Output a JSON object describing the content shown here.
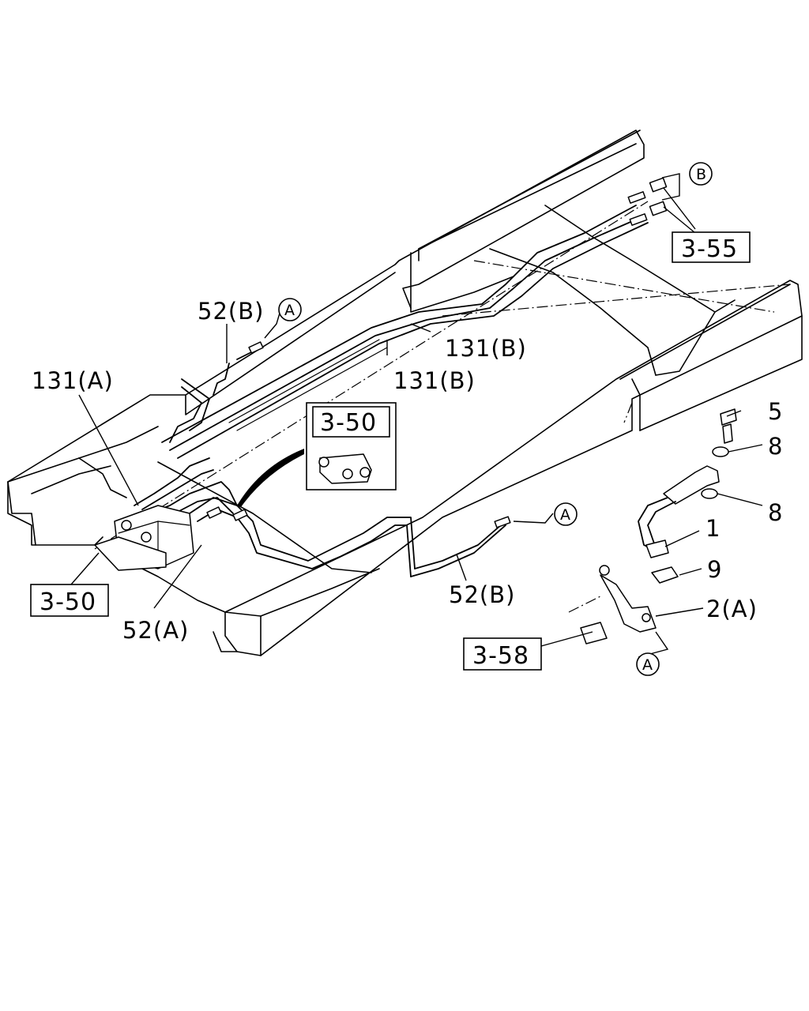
{
  "callouts": {
    "p52b_top": "52(B)",
    "p131a": "131(A)",
    "p131b_mid": "131(B)",
    "p131b_right": "131(B)",
    "p52a": "52(A)",
    "p52b_bottom": "52(B)",
    "p5": "5",
    "p8_top": "8",
    "p8_bottom": "8",
    "p1": "1",
    "p9": "9",
    "p2a": "2(A)"
  },
  "circle_labels": {
    "a_top": "A",
    "b_top": "B",
    "a_right": "A",
    "a_bottom": "A"
  },
  "ref_boxes": {
    "r355": "3-55",
    "r350_inset": "3-50",
    "r350_left": "3-50",
    "r358": "3-58"
  }
}
